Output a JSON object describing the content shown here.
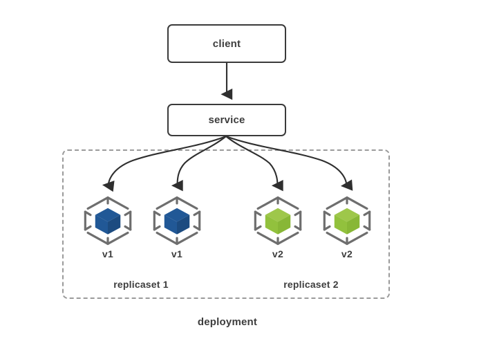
{
  "diagram": {
    "title": "deployment",
    "nodes": {
      "client": {
        "label": "client"
      },
      "service": {
        "label": "service"
      }
    },
    "deployment": {
      "label": "deployment",
      "replicasets": [
        {
          "label": "replicaset 1"
        },
        {
          "label": "replicaset 2"
        }
      ],
      "pods": [
        {
          "label": "v1",
          "icon": "pod-cube-icon",
          "color": "#215896"
        },
        {
          "label": "v1",
          "icon": "pod-cube-icon",
          "color": "#215896"
        },
        {
          "label": "v2",
          "icon": "pod-cube-icon",
          "color": "#92C13D"
        },
        {
          "label": "v2",
          "icon": "pod-cube-icon",
          "color": "#92C13D"
        }
      ]
    },
    "colors": {
      "v1_blue": "#215896",
      "v2_green": "#92C13D",
      "outline_gray": "#6e6e6e",
      "box_border": "#3a3a3a",
      "dashed_border": "#9a9a9a",
      "arrow": "#333333",
      "text": "#3d3d3d",
      "background": "#ffffff"
    },
    "edges": [
      {
        "from": "client",
        "to": "service",
        "style": "straight-arrow"
      },
      {
        "from": "service",
        "to": "pod-1",
        "style": "curved-arrow"
      },
      {
        "from": "service",
        "to": "pod-2",
        "style": "curved-arrow"
      },
      {
        "from": "service",
        "to": "pod-3",
        "style": "curved-arrow"
      },
      {
        "from": "service",
        "to": "pod-4",
        "style": "curved-arrow"
      }
    ]
  }
}
